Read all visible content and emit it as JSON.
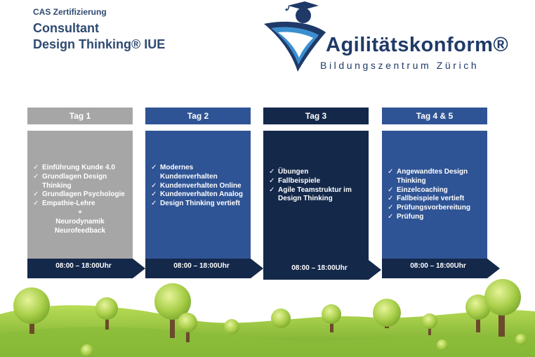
{
  "header": {
    "line1": "CAS Zertifizierung",
    "line2": "Consultant",
    "line3": "Design Thinking® IUE"
  },
  "logo": {
    "brand": "Agilitätskonform®",
    "subtitle": "Bildungszentrum Zürich"
  },
  "colors": {
    "day1": "#a6a6a6",
    "day2": "#2f5495",
    "day3": "#14284a",
    "day4": "#2f5495",
    "arrow": "#14284a"
  },
  "days": [
    {
      "label": "Tag 1",
      "items": [
        "Einführung Kunde 4.0",
        "Grundlagen Design Thinking",
        "Grundlagen Psychologie",
        "Empathie-Lehre"
      ],
      "extra": [
        "+",
        "Neurodynamik",
        "Neurofeedback"
      ],
      "time": "08:00 – 18:00Uhr"
    },
    {
      "label": "Tag 2",
      "items": [
        "Modernes Kundenverhalten",
        "Kundenverhalten Online",
        "Kundenverhalten Analog",
        "Design Thinking vertieft"
      ],
      "time": "08:00 – 18:00Uhr"
    },
    {
      "label": "Tag 3",
      "items": [
        "Übungen",
        "Fallbeispiele",
        "Agile Teamstruktur im Design Thinking"
      ],
      "time": "08:00 – 18:00Uhr"
    },
    {
      "label": "Tag 4 & 5",
      "items": [
        "Angewandtes Design Thinking",
        "Einzelcoaching",
        "Fallbeispiele vertieft",
        "Prüfungsvorbereitung",
        "Prüfung"
      ],
      "time": "08:00 – 18:00Uhr"
    }
  ]
}
